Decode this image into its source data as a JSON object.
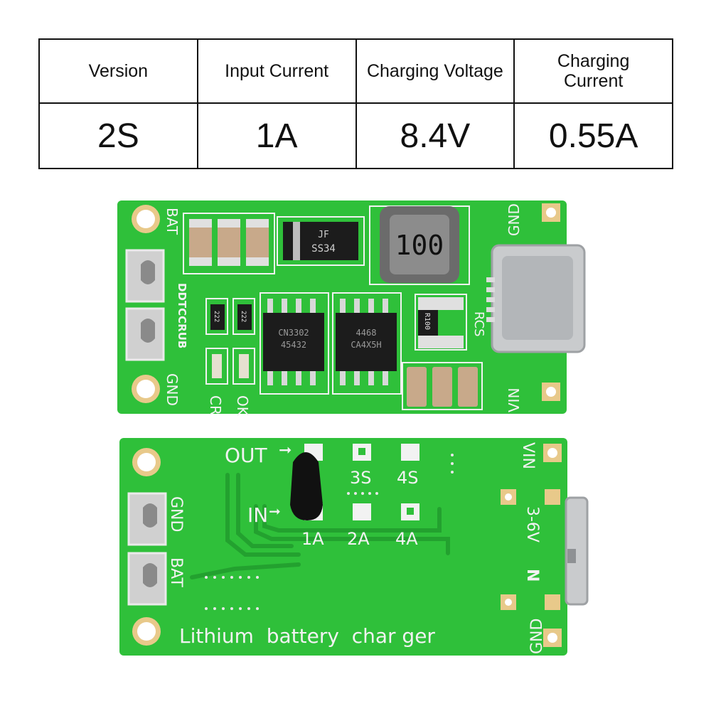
{
  "spec_table": {
    "headers": [
      "Version",
      "Input Current",
      "Charging Voltage",
      "Charging Current"
    ],
    "values": [
      "2S",
      "1A",
      "8.4V",
      "0.55A"
    ]
  },
  "top_board": {
    "label_bat": "BAT",
    "label_gnd": "GND",
    "label_gnd_right": "GND",
    "label_vin": "VIN",
    "label_rcs": "RCS",
    "label_cr": "CR",
    "label_ok": "OK",
    "label_model": "DDTCCRUB",
    "inductor_marking": "100",
    "diode_marking_1": "JF",
    "diode_marking_2": "SS34",
    "resistor_marking": "R100",
    "small_resistor_1": "222",
    "small_resistor_2": "222",
    "chip1_line1": "CN3302",
    "chip1_line2": "45432",
    "chip2_line1": "4468",
    "chip2_line2": "CA4X5H"
  },
  "bottom_board": {
    "label_out": "OUT",
    "label_in": "IN",
    "label_3s": "3S",
    "label_4s": "4S",
    "label_1a": "1A",
    "label_2a": "2A",
    "label_4a": "4A",
    "label_gnd": "GND",
    "label_bat": "BAT",
    "label_vin": "VIN",
    "label_voltage": "3-6V",
    "label_n": "N",
    "label_gnd_right": "GND",
    "label_product": "Lithium  battery  char ger"
  },
  "colors": {
    "pcb_green": "#2fc03a",
    "silkscreen": "#f2f2f2",
    "pad_gold": "#e8c98a",
    "chip_black": "#1c1c1c",
    "connector_metal": "#c9cbcd"
  }
}
